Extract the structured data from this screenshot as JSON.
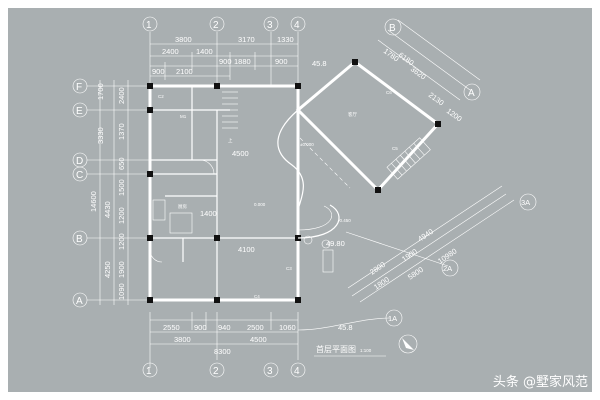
{
  "axes": {
    "bottom": [
      "1",
      "2",
      "3",
      "4"
    ],
    "left": [
      "F",
      "E",
      "D",
      "C",
      "B",
      "A"
    ],
    "right": [
      "B",
      "A",
      "2A",
      "3A",
      "1A"
    ]
  },
  "dims": {
    "top_overall": [
      "3800",
      "3170",
      "1330"
    ],
    "top_detail": [
      "2400",
      "1400",
      "900",
      "1880",
      "900"
    ],
    "top_sub": [
      "900",
      "2100"
    ],
    "bottom_detail": [
      "2550",
      "900",
      "940",
      "2500",
      "1060"
    ],
    "bottom_mid": [
      "3800",
      "4500"
    ],
    "bottom_total": "8300",
    "left_outer": [
      "1700",
      "3330",
      "14600",
      "4430",
      "4250"
    ],
    "left_inner": [
      "2400",
      "1370",
      "650",
      "1500",
      "1200",
      "1200",
      "1900",
      "1090"
    ],
    "right_top": [
      "1780",
      "6180",
      "3620",
      "2130",
      "1200"
    ],
    "right_bottom": [
      "2800",
      "4940",
      "10980",
      "1900",
      "1800",
      "5800"
    ],
    "mid": [
      "4500",
      "4100",
      "1400"
    ],
    "angle_marks": [
      "45.8",
      "45.8"
    ]
  },
  "room_labels": {
    "window_small": "C2",
    "window_med": "M1",
    "window_side": "C3",
    "window_c4": "C4",
    "window_c5": "C5",
    "window_c6": "C6",
    "stair": "上",
    "room1": "厨房",
    "room2": "客厅"
  },
  "levels": [
    "±0.000",
    "-0.450",
    "49.80",
    "0.000"
  ],
  "title": "首层平面图",
  "scale": "1:100",
  "watermark": "头条 @墅家风范"
}
